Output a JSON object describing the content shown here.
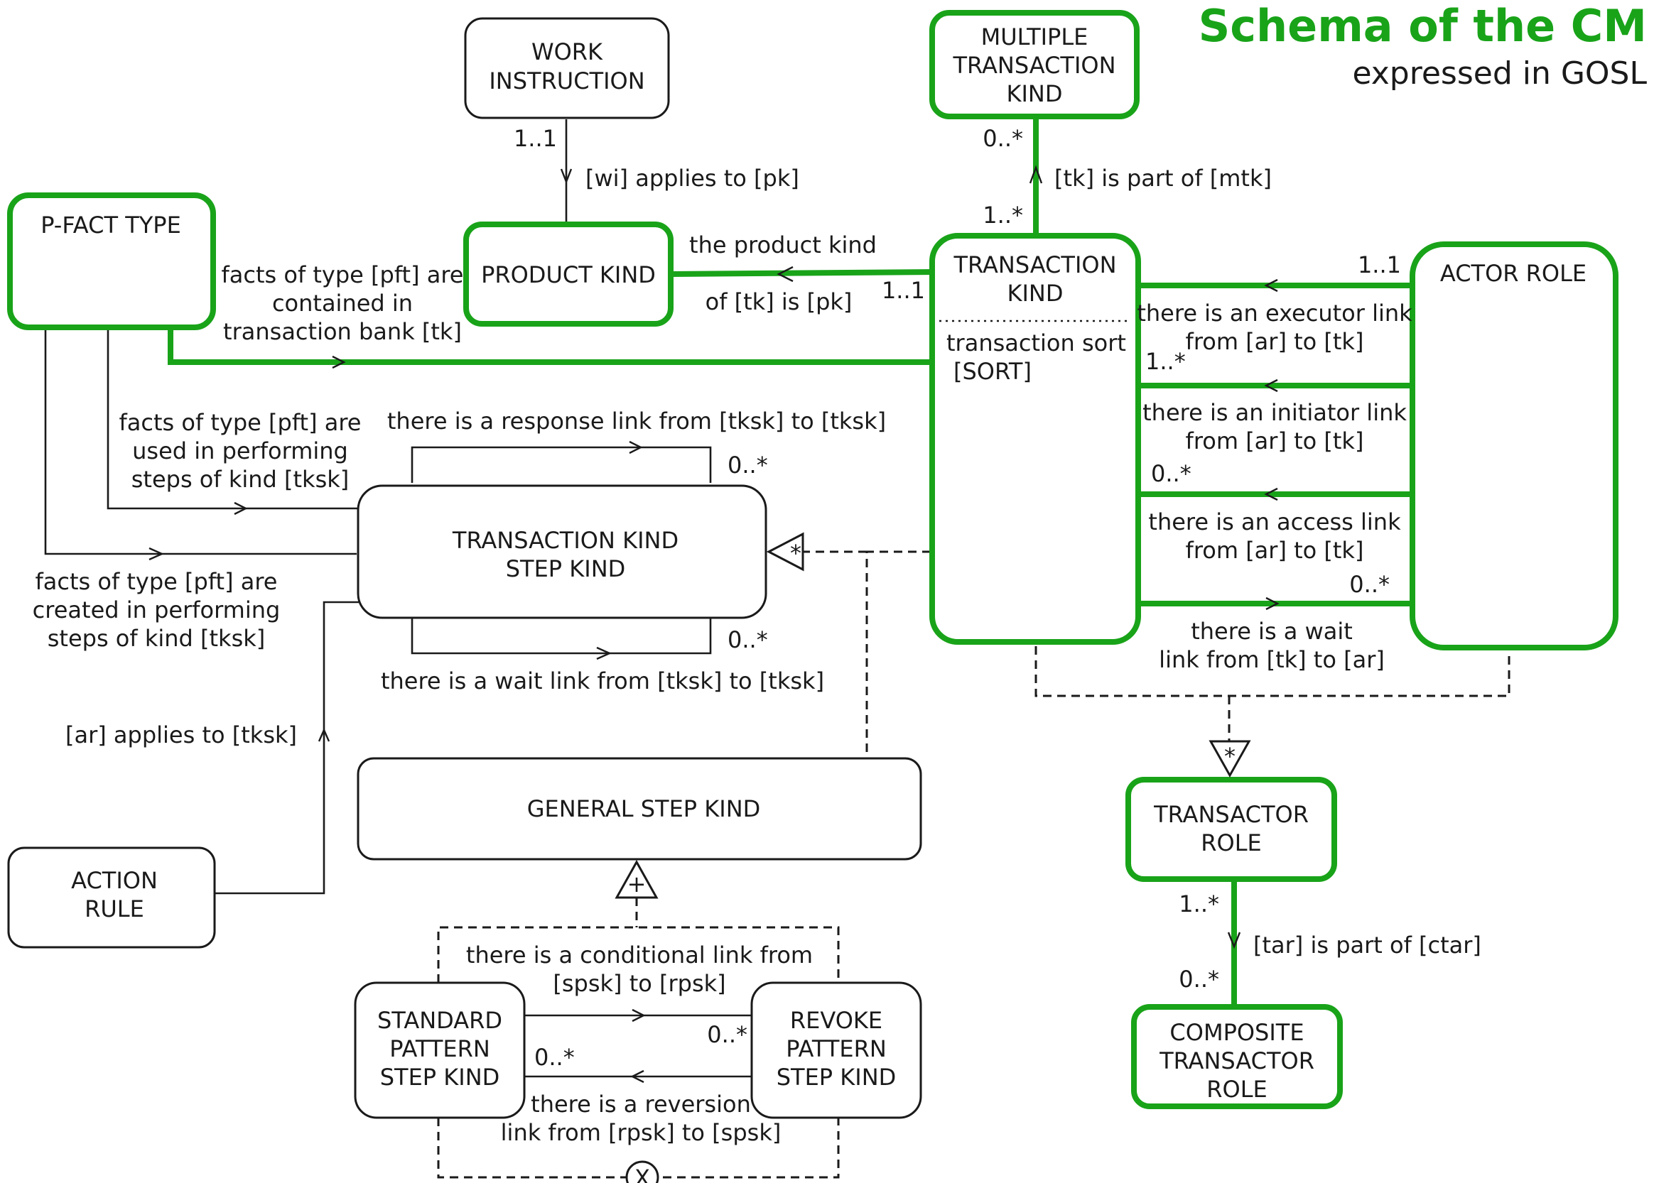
{
  "colors": {
    "accent_green": "#19a319",
    "line": "#1a1a1a",
    "background": "#ffffff"
  },
  "title": {
    "main": "Schema of the CM",
    "sub": "expressed in GOSL"
  },
  "entities": {
    "work_instruction": [
      "WORK",
      "INSTRUCTION"
    ],
    "multiple_transaction_kind": [
      "MULTIPLE",
      "TRANSACTION",
      "KIND"
    ],
    "p_fact_type": [
      "P-FACT TYPE"
    ],
    "product_kind": [
      "PRODUCT KIND"
    ],
    "transaction_kind": [
      "TRANSACTION",
      "KIND"
    ],
    "transaction_kind_attribute": [
      "transaction sort",
      "[SORT]"
    ],
    "actor_role": [
      "ACTOR ROLE"
    ],
    "transaction_kind_step_kind": [
      "TRANSACTION KIND",
      "STEP KIND"
    ],
    "general_step_kind": [
      "GENERAL STEP KIND"
    ],
    "action_rule": [
      "ACTION",
      "RULE"
    ],
    "transactor_role": [
      "TRANSACTOR",
      "ROLE"
    ],
    "composite_transactor_role": [
      "COMPOSITE",
      "TRANSACTOR",
      "ROLE"
    ],
    "standard_pattern_step_kind": [
      "STANDARD",
      "PATTERN",
      "STEP KIND"
    ],
    "revoke_pattern_step_kind": [
      "REVOKE",
      "PATTERN",
      "STEP KIND"
    ]
  },
  "relations": {
    "wi_applies_to_pk": [
      "[wi] applies to [pk]"
    ],
    "tk_part_of_mtk": [
      "[tk] is part of [mtk]"
    ],
    "product_kind_of_tk": [
      "the product kind",
      "of [tk] is [pk]"
    ],
    "pft_contained": [
      "facts of type [pft] are",
      "contained in",
      "transaction bank [tk]"
    ],
    "pft_used": [
      "facts of type [pft] are",
      "used in performing",
      "steps of kind [tksk]"
    ],
    "pft_created": [
      "facts of type [pft] are",
      "created in performing",
      "steps of kind [tksk]"
    ],
    "response_link": [
      "there is a response link from [tksk] to [tksk]"
    ],
    "wait_link_tksk": [
      "there is a wait link from [tksk] to [tksk]"
    ],
    "ar_applies_to_tksk": [
      "[ar] applies to [tksk]"
    ],
    "executor_link": [
      "there is an executor link",
      "from [ar] to [tk]"
    ],
    "initiator_link": [
      "there is an initiator link",
      "from [ar] to [tk]"
    ],
    "access_link": [
      "there is an access link",
      "from [ar] to [tk]"
    ],
    "wait_link_tk_ar": [
      "there is a wait",
      "link from [tk] to [ar]"
    ],
    "tar_part_of_ctar": [
      "[tar] is part of [ctar]"
    ],
    "conditional_link": [
      "there is a conditional link from",
      "[spsk] to [rpsk]"
    ],
    "reversion_link": [
      "there is a reversion",
      "link from [rpsk] to [spsk]"
    ]
  },
  "multiplicities": {
    "wi_one": "1..1",
    "mtk_zero_many": "0..*",
    "tk_one_many": "1..*",
    "pk_one": "1..1",
    "ar_one": "1..1",
    "exec_one_many": "1..*",
    "init_zero_many": "0..*",
    "access_zero_many": "0..*",
    "response_zero_many": "0..*",
    "wait_zero_many": "0..*",
    "tar_one_many": "1..*",
    "ctar_zero_many": "0..*",
    "cond_zero_many": "0..*",
    "rev_zero_many": "0..*"
  },
  "generalization_symbols": {
    "star": "*",
    "plus": "+",
    "exclusive": "X"
  }
}
